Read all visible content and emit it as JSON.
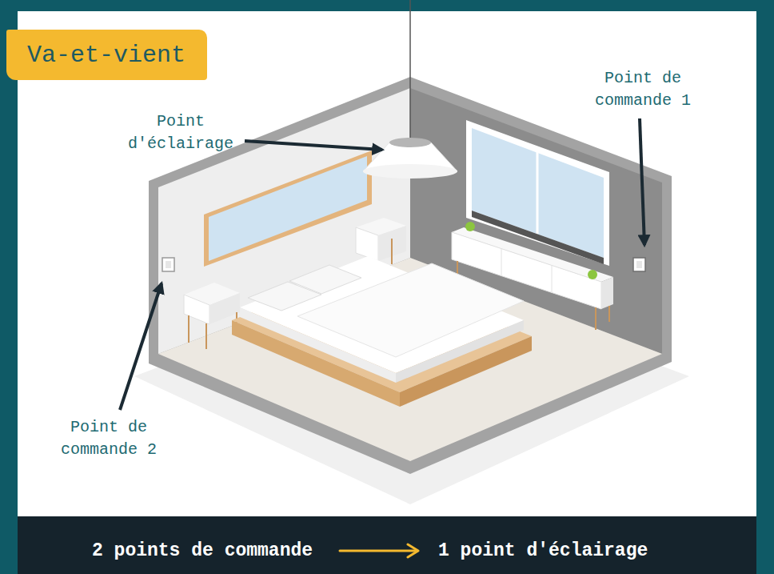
{
  "diagram": {
    "nodes": [
      {
        "text": [
          "Va-et-vient"
        ]
      },
      {
        "text": [
          "2 points de commande",
          "1 point d'éclairage"
        ]
      }
    ],
    "labels": [
      "Point d'éclairage",
      "Point de commande 1",
      "Point de commande 2"
    ]
  }
}
